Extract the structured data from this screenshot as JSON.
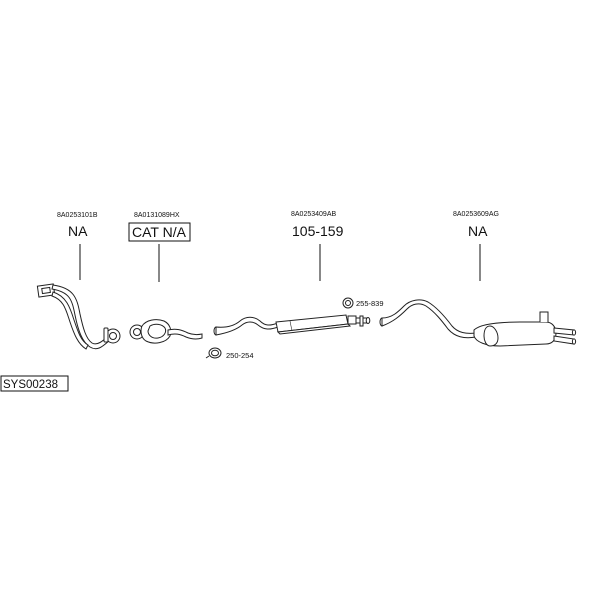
{
  "system_id": "SYS00238",
  "parts": [
    {
      "code": "8A0253101B",
      "label": "NA",
      "boxed": false
    },
    {
      "code": "8A0131089HX",
      "label": "CAT N/A",
      "boxed": true
    },
    {
      "code": "8A0253409AB",
      "label": "105-159",
      "boxed": false
    },
    {
      "code": "8A0253609AG",
      "label": "NA",
      "boxed": false
    }
  ],
  "accessories": [
    {
      "label": "255-839"
    },
    {
      "label": "250-254"
    }
  ],
  "colors": {
    "line": "#222222",
    "background": "#ffffff"
  }
}
